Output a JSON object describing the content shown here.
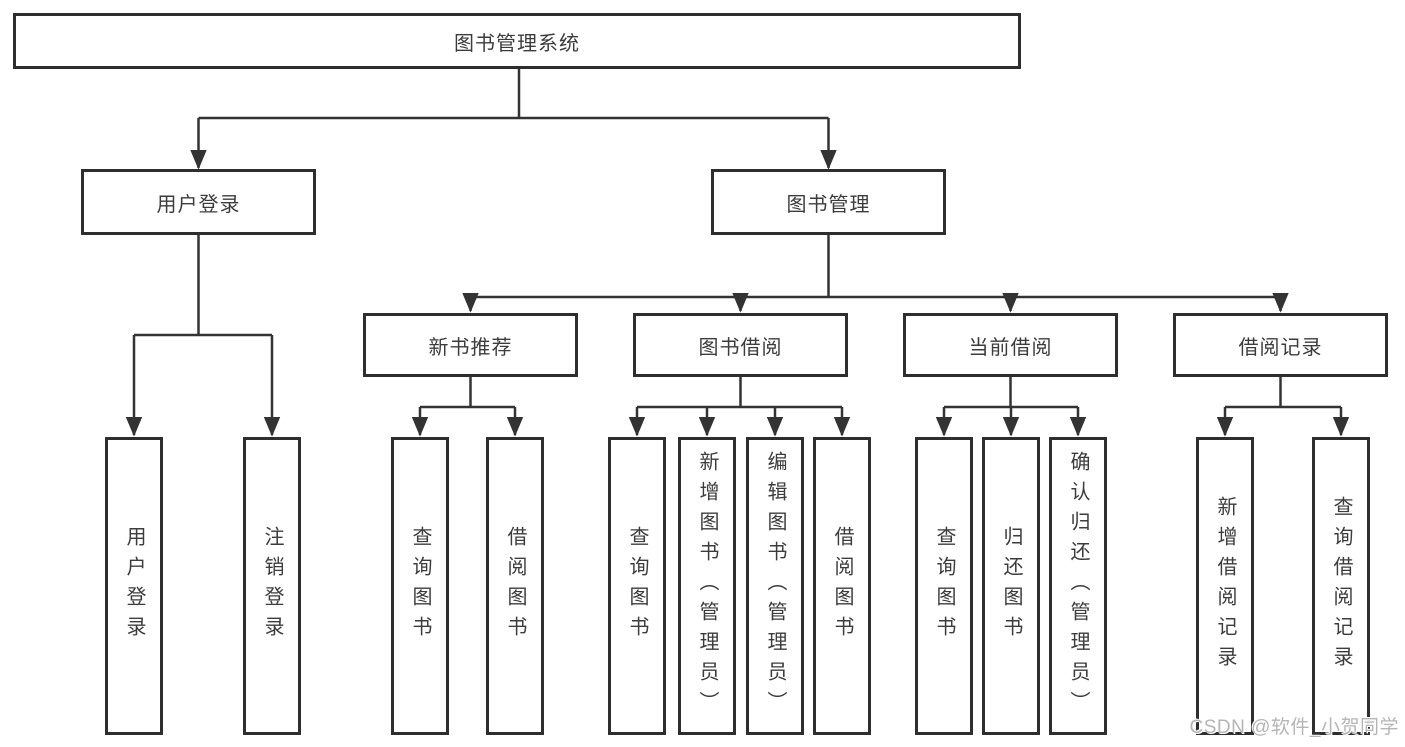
{
  "diagram": {
    "type": "tree",
    "root": {
      "label": "图书管理系统"
    },
    "level2": [
      {
        "label": "用户登录"
      },
      {
        "label": "图书管理"
      }
    ],
    "level3": [
      {
        "label": "新书推荐"
      },
      {
        "label": "图书借阅"
      },
      {
        "label": "当前借阅"
      },
      {
        "label": "借阅记录"
      }
    ],
    "leaves": {
      "user_login": [
        {
          "label": "用户登录"
        },
        {
          "label": "注销登录"
        }
      ],
      "new_book": [
        {
          "label": "查询图书"
        },
        {
          "label": "借阅图书"
        }
      ],
      "book_borrow": [
        {
          "label": "查询图书"
        },
        {
          "label": "新增图书（管理员）"
        },
        {
          "label": "编辑图书（管理员）"
        },
        {
          "label": "借阅图书"
        }
      ],
      "current_borrow": [
        {
          "label": "查询图书"
        },
        {
          "label": "归还图书"
        },
        {
          "label": "确认归还（管理员）"
        }
      ],
      "borrow_records": [
        {
          "label": "新增借阅记录"
        },
        {
          "label": "查询借阅记录"
        }
      ]
    },
    "colors": {
      "line": "#333333",
      "box_border": "#2e2e2e",
      "text": "#3c3c3c",
      "background": "#ffffff"
    }
  },
  "watermark": {
    "text": "CSDN @软件_小贺同学",
    "color": "#b5b5b5"
  }
}
